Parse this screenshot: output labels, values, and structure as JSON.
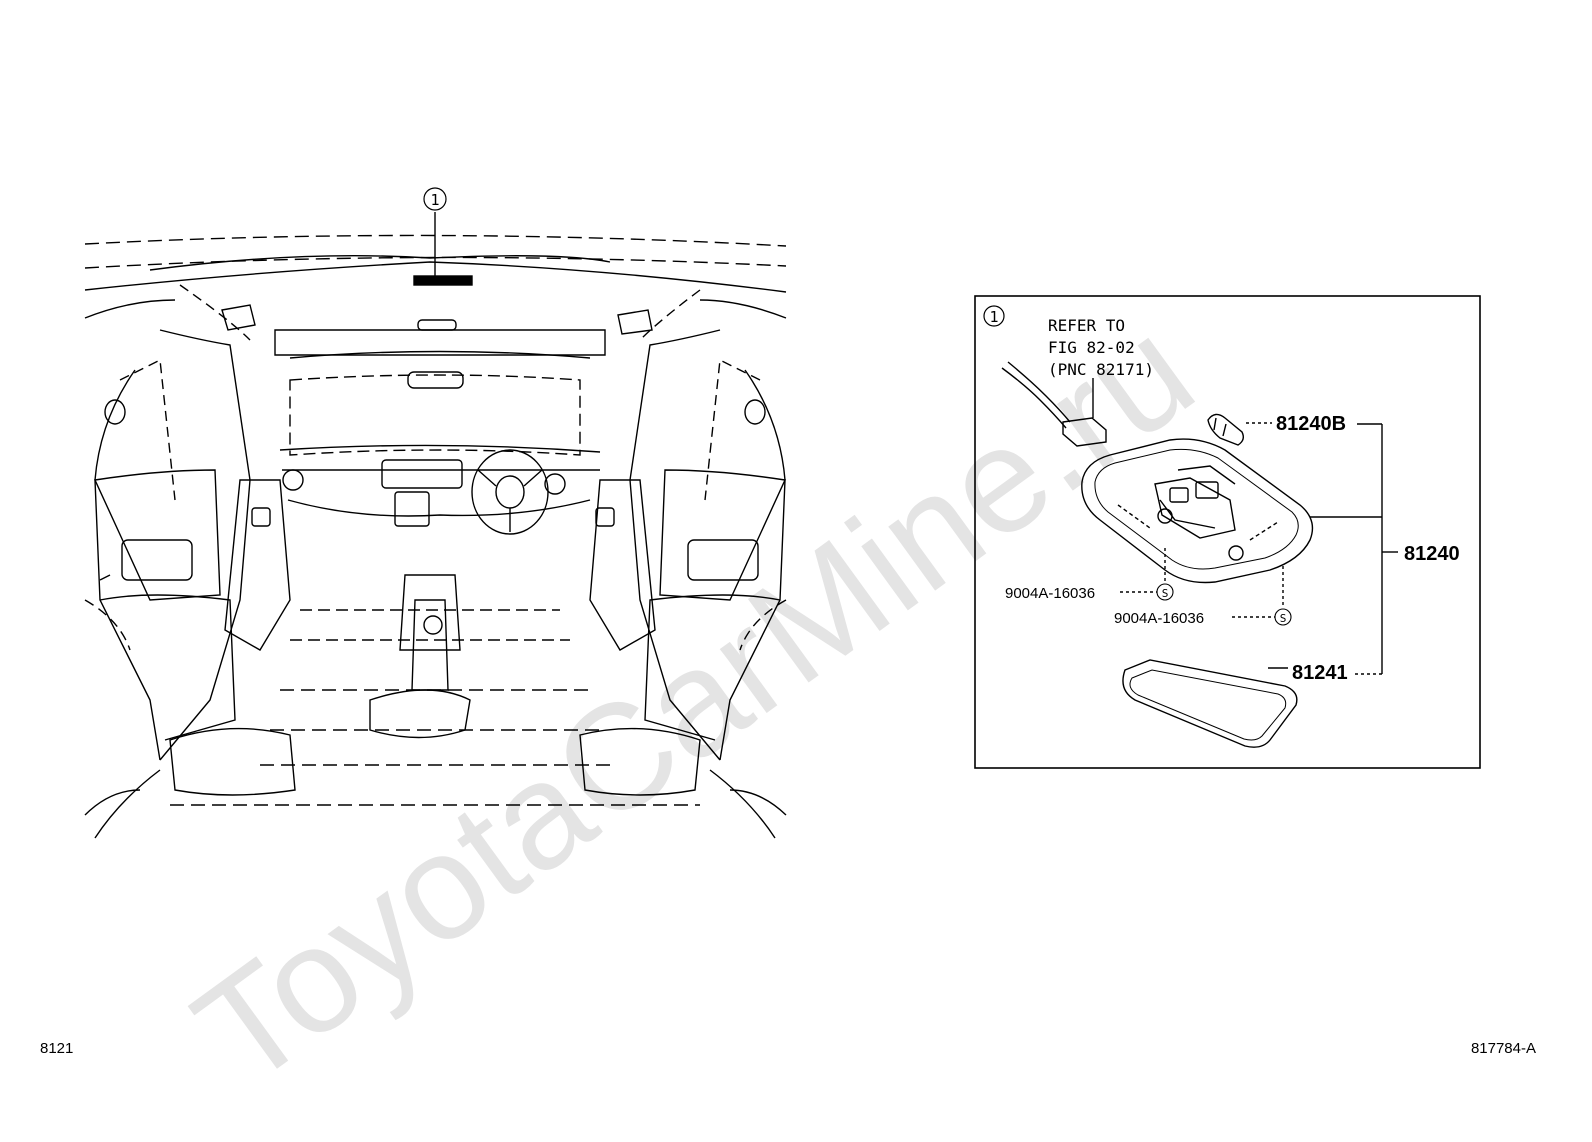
{
  "watermark": "ToyotaCarMine.ru",
  "callout_marker": "1",
  "detail": {
    "marker": "1",
    "refer_lines": [
      "REFER TO",
      "FIG 82-02",
      "(PNC 82171)"
    ],
    "parts": {
      "bulb": "81240B",
      "assembly": "81240",
      "lens": "81241",
      "screw_left": "9004A-16036",
      "screw_right": "9004A-16036"
    },
    "screw_symbol": "S"
  },
  "footer": {
    "left_code": "8121",
    "right_code": "817784-A"
  }
}
